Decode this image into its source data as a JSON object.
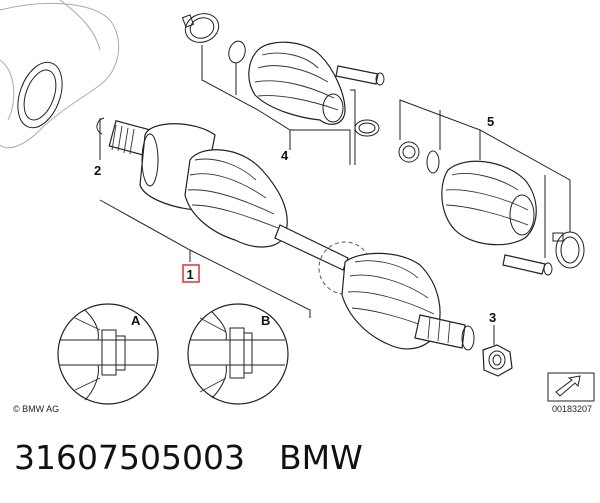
{
  "callouts": {
    "p1": "1",
    "p2": "2",
    "p3": "3",
    "p4": "4",
    "p5": "5"
  },
  "details": {
    "a": "A",
    "b": "B"
  },
  "copyright": "© BMW AG",
  "figure_number": "00183207",
  "caption": {
    "part_number": "31607505003",
    "brand": "BMW"
  },
  "colors": {
    "highlight_box": "#e03030",
    "line": "#222222"
  }
}
